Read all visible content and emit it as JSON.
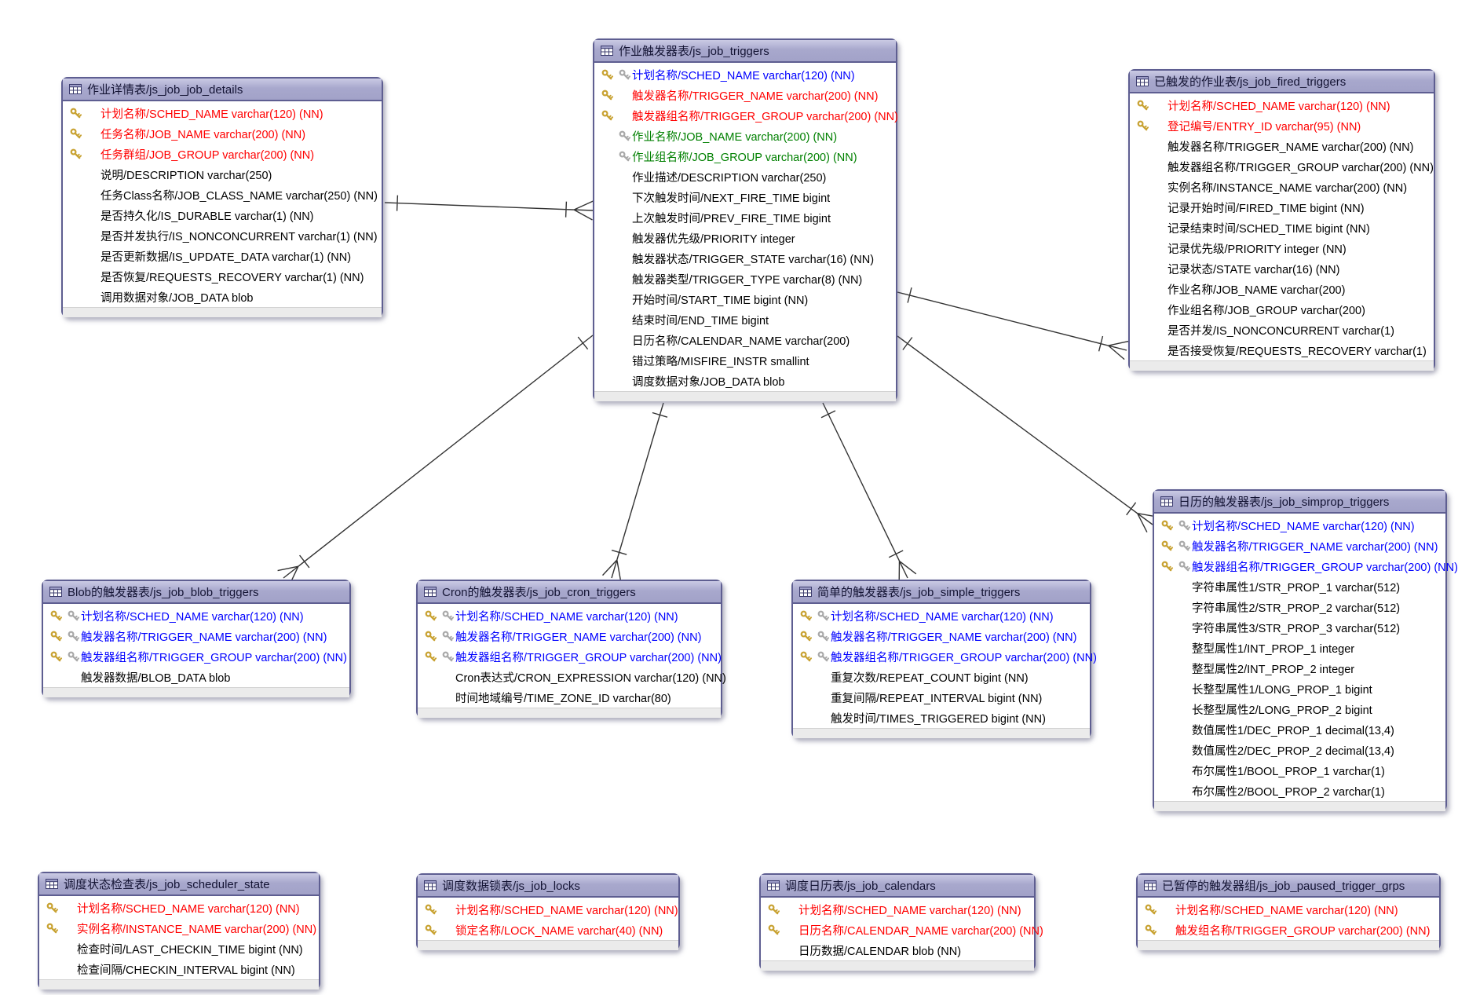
{
  "diagram": {
    "type": "er-diagram",
    "background": "#ffffff",
    "colors": {
      "primary_key_text": "#ff0000",
      "primary_foreign_key_text": "#0000ff",
      "foreign_key_text": "#008000",
      "regular_text": "#000000",
      "table_header_bg": "#a8a8cd",
      "table_border": "#5e5e91",
      "relation_line": "#333333"
    },
    "icons": {
      "table": "table-grid-icon",
      "pk": "primary-key-icon",
      "fk": "foreign-key-icon"
    },
    "tables": [
      {
        "id": "js_job_job_details",
        "title": "作业详情表/js_job_job_details",
        "fields": [
          {
            "label": "计划名称/SCHED_NAME varchar(120) (NN)",
            "role": "pk"
          },
          {
            "label": "任务名称/JOB_NAME varchar(200) (NN)",
            "role": "pk"
          },
          {
            "label": "任务群组/JOB_GROUP varchar(200) (NN)",
            "role": "pk"
          },
          {
            "label": "说明/DESCRIPTION varchar(250)",
            "role": "reg"
          },
          {
            "label": "任务Class名称/JOB_CLASS_NAME varchar(250) (NN)",
            "role": "reg"
          },
          {
            "label": "是否持久化/IS_DURABLE varchar(1) (NN)",
            "role": "reg"
          },
          {
            "label": "是否并发执行/IS_NONCONCURRENT varchar(1) (NN)",
            "role": "reg"
          },
          {
            "label": "是否更新数据/IS_UPDATE_DATA varchar(1) (NN)",
            "role": "reg"
          },
          {
            "label": "是否恢复/REQUESTS_RECOVERY varchar(1) (NN)",
            "role": "reg"
          },
          {
            "label": "调用数据对象/JOB_DATA blob",
            "role": "reg"
          }
        ]
      },
      {
        "id": "js_job_triggers",
        "title": "作业触发器表/js_job_triggers",
        "fields": [
          {
            "label": "计划名称/SCHED_NAME varchar(120) (NN)",
            "role": "pkfk"
          },
          {
            "label": "触发器名称/TRIGGER_NAME varchar(200) (NN)",
            "role": "pk"
          },
          {
            "label": "触发器组名称/TRIGGER_GROUP varchar(200) (NN)",
            "role": "pk"
          },
          {
            "label": "作业名称/JOB_NAME varchar(200) (NN)",
            "role": "fk"
          },
          {
            "label": "作业组名称/JOB_GROUP varchar(200) (NN)",
            "role": "fk"
          },
          {
            "label": "作业描述/DESCRIPTION varchar(250)",
            "role": "reg"
          },
          {
            "label": "下次触发时间/NEXT_FIRE_TIME bigint",
            "role": "reg"
          },
          {
            "label": "上次触发时间/PREV_FIRE_TIME bigint",
            "role": "reg"
          },
          {
            "label": "触发器优先级/PRIORITY integer",
            "role": "reg"
          },
          {
            "label": "触发器状态/TRIGGER_STATE varchar(16) (NN)",
            "role": "reg"
          },
          {
            "label": "触发器类型/TRIGGER_TYPE varchar(8) (NN)",
            "role": "reg"
          },
          {
            "label": "开始时间/START_TIME bigint (NN)",
            "role": "reg"
          },
          {
            "label": "结束时间/END_TIME bigint",
            "role": "reg"
          },
          {
            "label": "日历名称/CALENDAR_NAME varchar(200)",
            "role": "reg"
          },
          {
            "label": "错过策略/MISFIRE_INSTR smallint",
            "role": "reg"
          },
          {
            "label": "调度数据对象/JOB_DATA blob",
            "role": "reg"
          }
        ]
      },
      {
        "id": "js_job_fired_triggers",
        "title": "已触发的作业表/js_job_fired_triggers",
        "fields": [
          {
            "label": "计划名称/SCHED_NAME varchar(120) (NN)",
            "role": "pk"
          },
          {
            "label": "登记编号/ENTRY_ID varchar(95) (NN)",
            "role": "pk"
          },
          {
            "label": "触发器名称/TRIGGER_NAME varchar(200) (NN)",
            "role": "reg"
          },
          {
            "label": "触发器组名称/TRIGGER_GROUP varchar(200) (NN)",
            "role": "reg"
          },
          {
            "label": "实例名称/INSTANCE_NAME varchar(200) (NN)",
            "role": "reg"
          },
          {
            "label": "记录开始时间/FIRED_TIME bigint (NN)",
            "role": "reg"
          },
          {
            "label": "记录结束时间/SCHED_TIME bigint (NN)",
            "role": "reg"
          },
          {
            "label": "记录优先级/PRIORITY integer (NN)",
            "role": "reg"
          },
          {
            "label": "记录状态/STATE varchar(16) (NN)",
            "role": "reg"
          },
          {
            "label": "作业名称/JOB_NAME varchar(200)",
            "role": "reg"
          },
          {
            "label": "作业组名称/JOB_GROUP varchar(200)",
            "role": "reg"
          },
          {
            "label": "是否并发/IS_NONCONCURRENT varchar(1)",
            "role": "reg"
          },
          {
            "label": "是否接受恢复/REQUESTS_RECOVERY varchar(1)",
            "role": "reg"
          }
        ]
      },
      {
        "id": "js_job_simprop_triggers",
        "title": "日历的触发器表/js_job_simprop_triggers",
        "fields": [
          {
            "label": "计划名称/SCHED_NAME varchar(120) (NN)",
            "role": "pkfk"
          },
          {
            "label": "触发器名称/TRIGGER_NAME varchar(200) (NN)",
            "role": "pkfk"
          },
          {
            "label": "触发器组名称/TRIGGER_GROUP varchar(200) (NN)",
            "role": "pkfk"
          },
          {
            "label": "字符串属性1/STR_PROP_1 varchar(512)",
            "role": "reg"
          },
          {
            "label": "字符串属性2/STR_PROP_2 varchar(512)",
            "role": "reg"
          },
          {
            "label": "字符串属性3/STR_PROP_3 varchar(512)",
            "role": "reg"
          },
          {
            "label": "整型属性1/INT_PROP_1 integer",
            "role": "reg"
          },
          {
            "label": "整型属性2/INT_PROP_2 integer",
            "role": "reg"
          },
          {
            "label": "长整型属性1/LONG_PROP_1 bigint",
            "role": "reg"
          },
          {
            "label": "长整型属性2/LONG_PROP_2 bigint",
            "role": "reg"
          },
          {
            "label": "数值属性1/DEC_PROP_1 decimal(13,4)",
            "role": "reg"
          },
          {
            "label": "数值属性2/DEC_PROP_2 decimal(13,4)",
            "role": "reg"
          },
          {
            "label": "布尔属性1/BOOL_PROP_1 varchar(1)",
            "role": "reg"
          },
          {
            "label": "布尔属性2/BOOL_PROP_2 varchar(1)",
            "role": "reg"
          }
        ]
      },
      {
        "id": "js_job_blob_triggers",
        "title": "Blob的触发器表/js_job_blob_triggers",
        "fields": [
          {
            "label": "计划名称/SCHED_NAME varchar(120) (NN)",
            "role": "pkfk"
          },
          {
            "label": "触发器名称/TRIGGER_NAME varchar(200) (NN)",
            "role": "pkfk"
          },
          {
            "label": "触发器组名称/TRIGGER_GROUP varchar(200) (NN)",
            "role": "pkfk"
          },
          {
            "label": "触发器数据/BLOB_DATA blob",
            "role": "reg"
          }
        ]
      },
      {
        "id": "js_job_cron_triggers",
        "title": "Cron的触发器表/js_job_cron_triggers",
        "fields": [
          {
            "label": "计划名称/SCHED_NAME varchar(120) (NN)",
            "role": "pkfk"
          },
          {
            "label": "触发器名称/TRIGGER_NAME varchar(200) (NN)",
            "role": "pkfk"
          },
          {
            "label": "触发器组名称/TRIGGER_GROUP varchar(200) (NN)",
            "role": "pkfk"
          },
          {
            "label": "Cron表达式/CRON_EXPRESSION varchar(120) (NN)",
            "role": "reg"
          },
          {
            "label": "时间地域编号/TIME_ZONE_ID varchar(80)",
            "role": "reg"
          }
        ]
      },
      {
        "id": "js_job_simple_triggers",
        "title": "简单的触发器表/js_job_simple_triggers",
        "fields": [
          {
            "label": "计划名称/SCHED_NAME varchar(120) (NN)",
            "role": "pkfk"
          },
          {
            "label": "触发器名称/TRIGGER_NAME varchar(200) (NN)",
            "role": "pkfk"
          },
          {
            "label": "触发器组名称/TRIGGER_GROUP varchar(200) (NN)",
            "role": "pkfk"
          },
          {
            "label": "重复次数/REPEAT_COUNT bigint (NN)",
            "role": "reg"
          },
          {
            "label": "重复间隔/REPEAT_INTERVAL bigint (NN)",
            "role": "reg"
          },
          {
            "label": "触发时间/TIMES_TRIGGERED bigint (NN)",
            "role": "reg"
          }
        ]
      },
      {
        "id": "js_job_scheduler_state",
        "title": "调度状态检查表/js_job_scheduler_state",
        "fields": [
          {
            "label": "计划名称/SCHED_NAME varchar(120) (NN)",
            "role": "pk"
          },
          {
            "label": "实例名称/INSTANCE_NAME varchar(200) (NN)",
            "role": "pk"
          },
          {
            "label": "检查时间/LAST_CHECKIN_TIME bigint (NN)",
            "role": "reg"
          },
          {
            "label": "检查间隔/CHECKIN_INTERVAL bigint (NN)",
            "role": "reg"
          }
        ]
      },
      {
        "id": "js_job_locks",
        "title": "调度数据锁表/js_job_locks",
        "fields": [
          {
            "label": "计划名称/SCHED_NAME varchar(120) (NN)",
            "role": "pk"
          },
          {
            "label": "锁定名称/LOCK_NAME varchar(40) (NN)",
            "role": "pk"
          }
        ]
      },
      {
        "id": "js_job_calendars",
        "title": "调度日历表/js_job_calendars",
        "fields": [
          {
            "label": "计划名称/SCHED_NAME varchar(120) (NN)",
            "role": "pk"
          },
          {
            "label": "日历名称/CALENDAR_NAME varchar(200) (NN)",
            "role": "pk"
          },
          {
            "label": "日历数据/CALENDAR blob (NN)",
            "role": "reg"
          }
        ]
      },
      {
        "id": "js_job_paused_trigger_grps",
        "title": "已暂停的触发器组/js_job_paused_trigger_grps",
        "fields": [
          {
            "label": "计划名称/SCHED_NAME varchar(120) (NN)",
            "role": "pk"
          },
          {
            "label": "触发组名称/TRIGGER_GROUP varchar(200) (NN)",
            "role": "pk"
          }
        ]
      }
    ],
    "relations": [
      {
        "from": "js_job_job_details",
        "to": "js_job_triggers",
        "cardinality": "one-to-many"
      },
      {
        "from": "js_job_triggers",
        "to": "js_job_blob_triggers",
        "cardinality": "one-to-many"
      },
      {
        "from": "js_job_triggers",
        "to": "js_job_cron_triggers",
        "cardinality": "one-to-many"
      },
      {
        "from": "js_job_triggers",
        "to": "js_job_simple_triggers",
        "cardinality": "one-to-many"
      },
      {
        "from": "js_job_triggers",
        "to": "js_job_simprop_triggers",
        "cardinality": "one-to-many"
      },
      {
        "from": "js_job_triggers",
        "to": "js_job_fired_triggers",
        "cardinality": "one-to-many"
      }
    ]
  }
}
